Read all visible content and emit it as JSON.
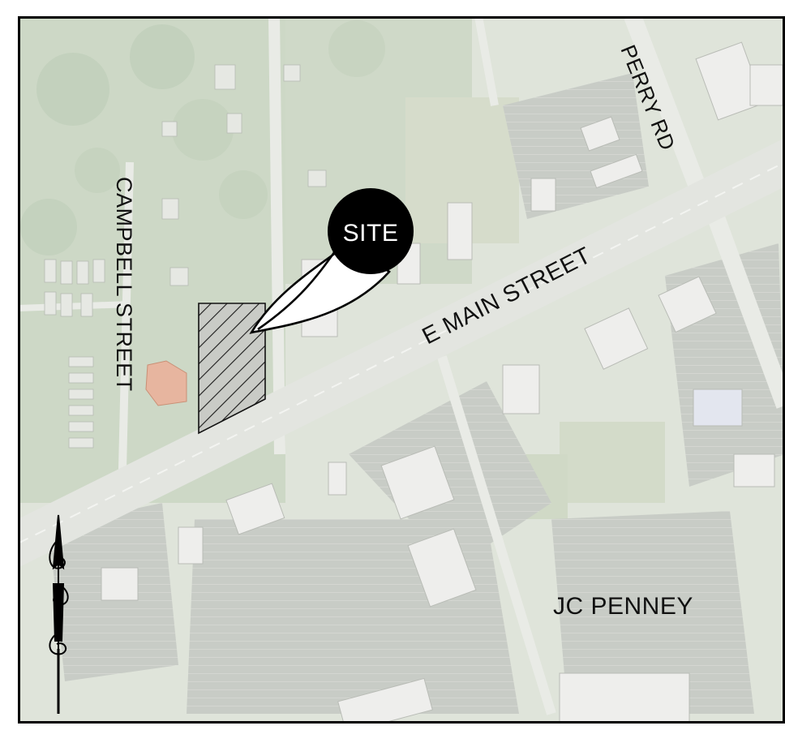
{
  "labels": {
    "perry_rd": "PERRY RD",
    "campbell_street": "CAMPBELL STREET",
    "e_main_street": "E MAIN STREET",
    "site": "SITE",
    "jc_penney": "JC PENNEY"
  },
  "colors": {
    "frame": "#000000",
    "site_marker": "#000000",
    "site_text": "#ffffff",
    "aerial_base": "#dfe4da"
  },
  "icons": {
    "north_arrow": "north-arrow-icon",
    "site_hatch": "hatched-parcel"
  }
}
